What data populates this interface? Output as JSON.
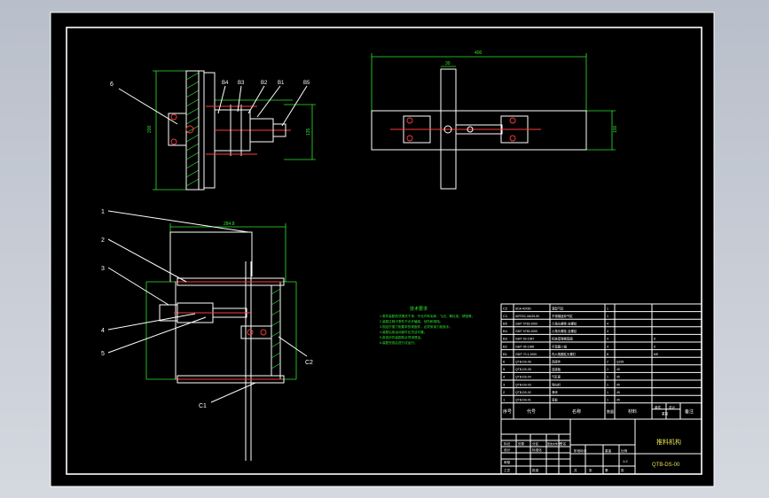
{
  "sheet": {
    "colors": {
      "paper": "#000000",
      "line": "#ffffff",
      "dimension": "#2ee62e",
      "center_line": "#ff3a3a",
      "highlight": "#18d6d6",
      "note_text": "#2ee62e",
      "title_text": "#e8e050"
    }
  },
  "views": {
    "side": {
      "callouts": [
        "6",
        "B4",
        "B3",
        "B2",
        "B1",
        "B5"
      ],
      "dimensions": [
        "200",
        "135"
      ]
    },
    "top": {
      "dimensions": [
        "400",
        "30",
        "100"
      ]
    },
    "front": {
      "callouts": [
        "1",
        "2",
        "3",
        "4",
        "5",
        "C1",
        "C2"
      ],
      "dimensions": [
        "284.8"
      ]
    }
  },
  "notes": {
    "title": "技术要求",
    "lines": [
      "1.零件装配前须清洗干净，不允许有毛刺，飞边，氧化皮，锈蚀等。",
      "2.装配过程中零件不允许磕碰，划伤和锈蚀。",
      "3.规定拧紧力矩要求的紧固件，必须采用力矩扳手。",
      "4.装配后各运动部件应灵活可靠。",
      "5.各密封件装配前必须浸透油。",
      "6.装配完成后进行试运行。"
    ]
  },
  "bom": {
    "header": [
      "序号",
      "代号",
      "名称",
      "数量",
      "材料",
      "单件",
      "总计",
      "备注"
    ],
    "weight_label": "重量",
    "rows": [
      {
        "no": "C2",
        "code": "SDA 40X50",
        "name": "薄型气缸",
        "qty": "1",
        "material": "",
        "note": ""
      },
      {
        "no": "C1",
        "code": "AIRTAC-MA25-50",
        "name": "不锈钢迷你气缸",
        "qty": "1",
        "material": "",
        "note": ""
      },
      {
        "no": "B5",
        "code": "GB/T 5783-2000",
        "name": "六角头螺栓-全螺纹",
        "qty": "4",
        "material": "",
        "note": ""
      },
      {
        "no": "B4",
        "code": "GB/T 5783-2000",
        "name": "六角头螺栓-全螺纹",
        "qty": "4",
        "material": "",
        "note": ""
      },
      {
        "no": "B3",
        "code": "GB/T 93-1987",
        "name": "标准型弹簧垫圈",
        "qty": "4",
        "material": "",
        "note": "8"
      },
      {
        "no": "B2",
        "code": "GB/T 95-1985",
        "name": "平垫圈-C级",
        "qty": "4",
        "material": "",
        "note": "8"
      },
      {
        "no": "B1",
        "code": "GB/T 70.1-2000",
        "name": "内六角圆柱头螺钉",
        "qty": "8",
        "material": "",
        "note": "M8"
      },
      {
        "no": "6",
        "code": "QTB-DS-06",
        "name": "连接件",
        "qty": "2",
        "material": "Q235",
        "note": ""
      },
      {
        "no": "5",
        "code": "QTB-DS-05",
        "name": "连接板",
        "qty": "1",
        "material": "45",
        "note": ""
      },
      {
        "no": "4",
        "code": "QTB-DS-04",
        "name": "气缸座",
        "qty": "1",
        "material": "45",
        "note": ""
      },
      {
        "no": "3",
        "code": "QTB-DS-03",
        "name": "导向杆",
        "qty": "1",
        "material": "45",
        "note": ""
      },
      {
        "no": "2",
        "code": "QTB-DS-02",
        "name": "滑块",
        "qty": "1",
        "material": "45",
        "note": ""
      },
      {
        "no": "1",
        "code": "QTB-DS-01",
        "name": "底板",
        "qty": "1",
        "material": "45",
        "note": ""
      }
    ]
  },
  "title_block": {
    "drawing_name": "推料机构",
    "drawing_code": "QTB-DS-00",
    "labels": [
      "标记",
      "处数",
      "分区",
      "更改文件号",
      "签名",
      "年月日",
      "设计",
      "标准化",
      "审核",
      "工艺",
      "批准",
      "阶段标记",
      "重量",
      "比例"
    ],
    "scale": "1:2",
    "sheet_info": [
      "共",
      "张",
      "第",
      "张"
    ]
  }
}
